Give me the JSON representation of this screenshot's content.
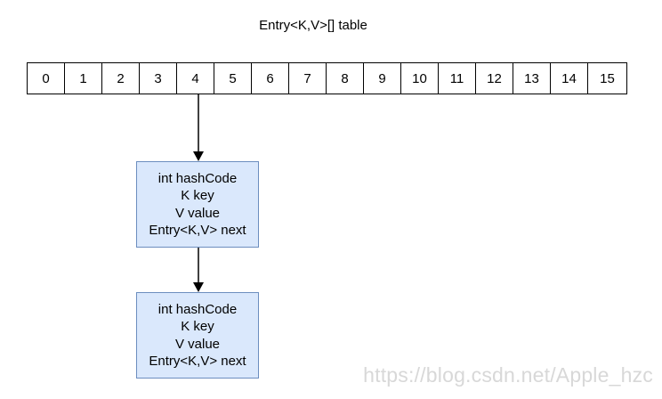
{
  "diagram": {
    "title": "Entry<K,V>[] table",
    "cells": [
      "0",
      "1",
      "2",
      "3",
      "4",
      "5",
      "6",
      "7",
      "8",
      "9",
      "10",
      "11",
      "12",
      "13",
      "14",
      "15"
    ],
    "nodes": [
      {
        "lines": [
          "int hashCode",
          "K key",
          "V value",
          "Entry<K,V> next"
        ]
      },
      {
        "lines": [
          "int hashCode",
          "K key",
          "V value",
          "Entry<K,V> next"
        ]
      }
    ],
    "line_color": "#000000",
    "node_fill": "#dae8fc",
    "node_border": "#6c8ebf"
  },
  "watermark": "https://blog.csdn.net/Apple_hzc"
}
